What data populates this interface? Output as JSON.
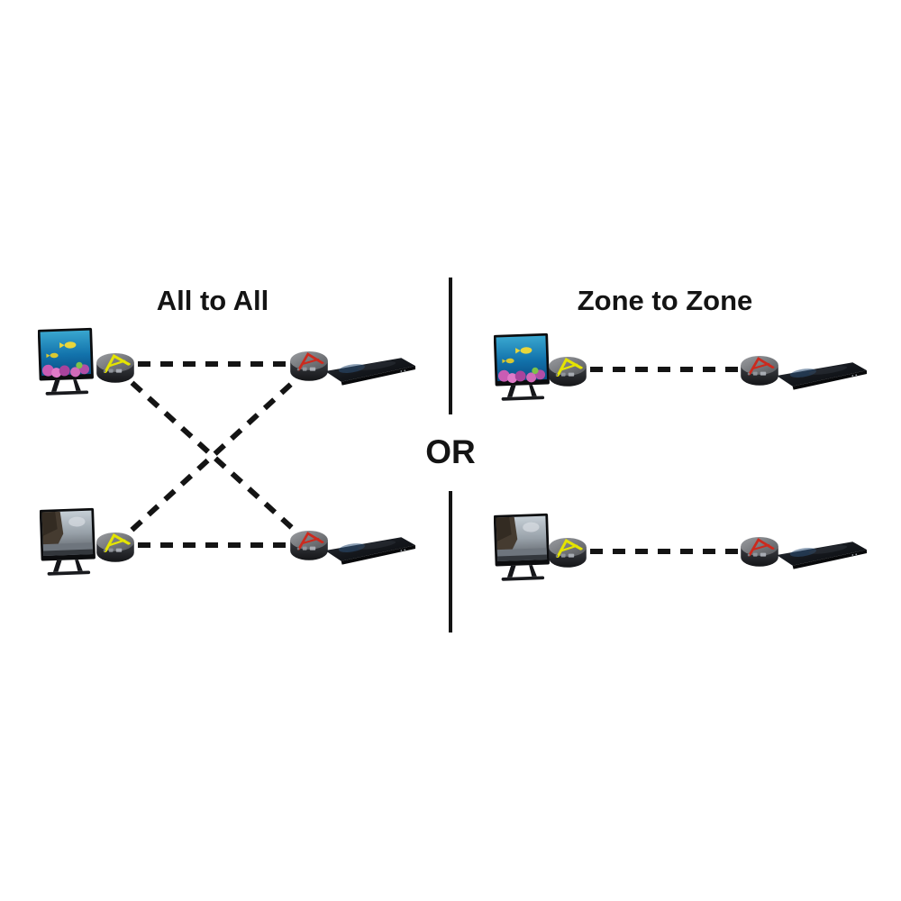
{
  "diagram": {
    "left_panel": {
      "title": "All to All",
      "connections": [
        "tv-1 transmitter to player-1 receiver",
        "tv-1 transmitter to player-2 receiver",
        "tv-2 transmitter to player-1 receiver",
        "tv-2 transmitter to player-2 receiver"
      ]
    },
    "right_panel": {
      "title": "Zone to Zone",
      "connections": [
        "tv-1 transmitter to player-1 receiver",
        "tv-2 transmitter to player-2 receiver"
      ]
    },
    "divider_label": "OR",
    "colors": {
      "background": "#ffffff",
      "text": "#141414",
      "connection_line": "#141414",
      "divider_line": "#141414",
      "transmitter_marker": "#e4e400",
      "receiver_marker": "#cc2a1e"
    },
    "icons": {
      "tv": "tv-icon",
      "transmitter": "transmitter-puck-icon",
      "receiver": "receiver-puck-icon",
      "player": "bluray-player-icon"
    }
  }
}
